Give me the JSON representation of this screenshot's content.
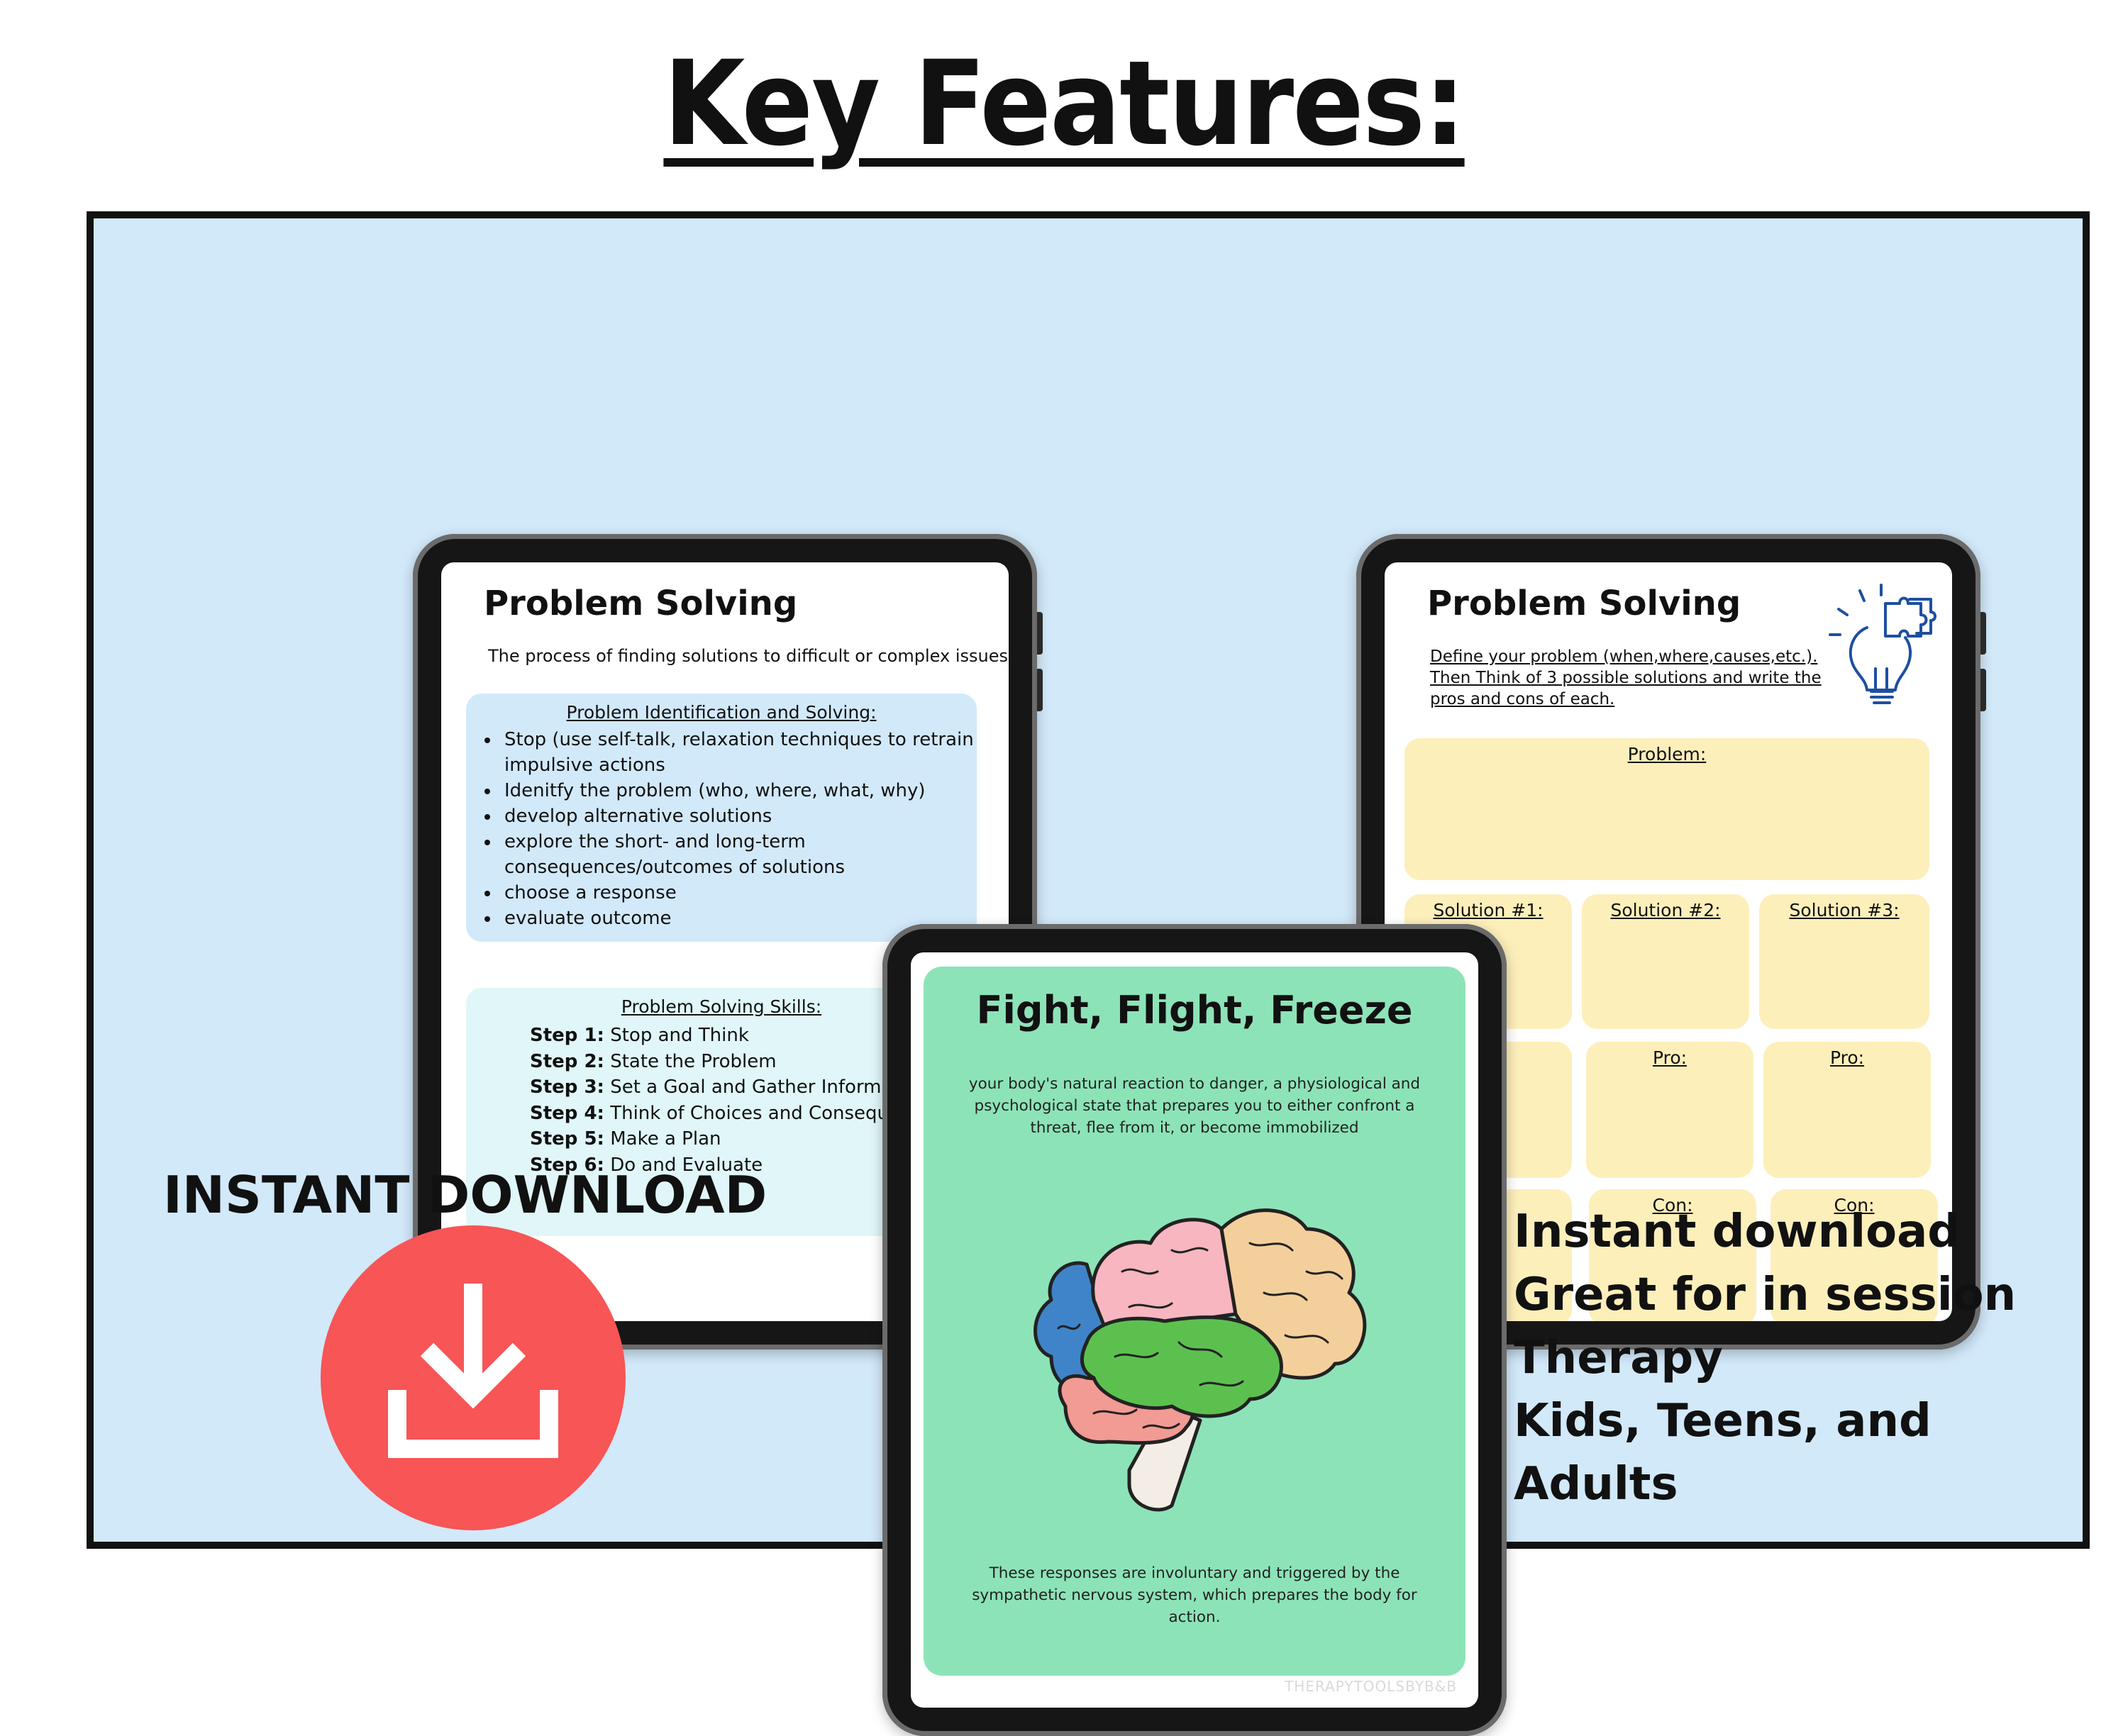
{
  "heading": "Key Features:",
  "tablet_left": {
    "title": "Problem Solving",
    "subtitle": "The process of finding solutions to difficult or complex issues",
    "box1": {
      "heading": "Problem Identification and Solving:",
      "items": [
        "Stop (use self-talk, relaxation techniques to retrain impulsive actions",
        "Idenitfy the problem (who, where, what, why)",
        "develop alternative solutions",
        "explore the short- and long-term consequences/outcomes of solutions",
        "choose a response",
        "evaluate outcome"
      ]
    },
    "box2": {
      "heading": "Problem Solving Skills:",
      "steps": [
        {
          "label": "Step 1:",
          "text": " Stop and Think"
        },
        {
          "label": "Step 2:",
          "text": " State the Problem"
        },
        {
          "label": "Step 3:",
          "text": " Set a Goal and Gather Informatic"
        },
        {
          "label": "Step 4:",
          "text": " Think of Choices and Consequer"
        },
        {
          "label": "Step 5:",
          "text": " Make a Plan"
        },
        {
          "label": "Step 6:",
          "text": " Do and Evaluate"
        }
      ]
    }
  },
  "tablet_right": {
    "title": "Problem Solving",
    "subtitle": "Define your problem (when,where,causes,etc.). Then Think of 3 possible solutions and write the pros and cons of each.",
    "problem_label": "Problem:",
    "solutions": [
      "Solution #1:",
      "Solution #2:",
      "Solution #3:"
    ],
    "pro_labels": [
      "Pro:",
      "Pro:"
    ],
    "con_labels": [
      "Con:",
      "Con:"
    ],
    "icon": "lightbulb-puzzle-icon"
  },
  "tablet_center": {
    "title": "Fight, Flight, Freeze",
    "description": "your body's natural reaction to danger, a physiological and psychological state that prepares you to either confront a threat, flee from it, or become immobilized",
    "footer": "These responses are involuntary and triggered by the sympathetic nervous system, which prepares the body for action.",
    "watermark": "THERAPYTOOLSBYB&B",
    "icon": "brain-illustration"
  },
  "download": {
    "label": "INSTANT DOWNLOAD",
    "icon": "download-icon",
    "color": "#f75556"
  },
  "features": [
    "Instant download",
    "Great for in session Therapy",
    "Kids, Teens, and Adults"
  ],
  "colors": {
    "panel": "#d2e9fa",
    "card_green": "#8de3b8",
    "worksheet_yellow": "#fdefba"
  }
}
